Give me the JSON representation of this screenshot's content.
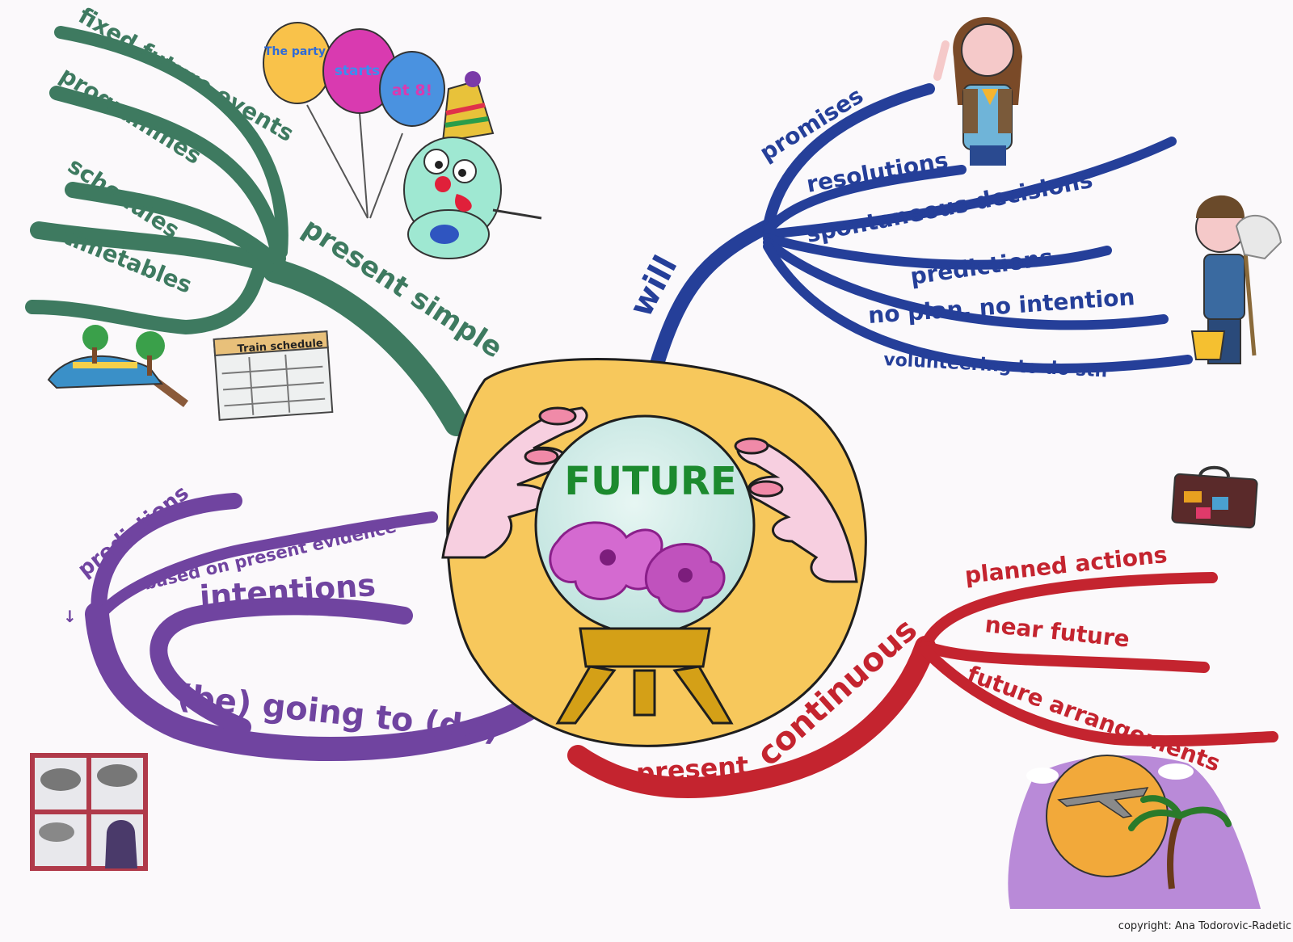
{
  "center": {
    "title": "FUTURE"
  },
  "branches": {
    "present_simple": {
      "label": "present simple",
      "color": "#3e7a60",
      "items": [
        "fixed future events",
        "programmes",
        "schedules",
        "timetables"
      ]
    },
    "will": {
      "label": "will",
      "color": "#253f99",
      "items": [
        "promises",
        "resolutions",
        "spontaneous decisions",
        "predictions",
        "no plan, no intention",
        "volunteering to do sth"
      ]
    },
    "going_to": {
      "label": "(be) going to (do)",
      "color": "#7044a0",
      "items": [
        "predictions",
        "based on present evidence",
        "intentions"
      ],
      "arrow": "↓"
    },
    "present_continuous": {
      "label_a": "present",
      "label_b": "continuous",
      "color": "#c4242f",
      "items": [
        "planned actions",
        "near future",
        "future arrangements"
      ]
    }
  },
  "illustrations": {
    "balloons": {
      "line1": "The party",
      "line2": "starts",
      "line3": "at 8!"
    },
    "train_schedule": {
      "title": "Train schedule"
    }
  },
  "copyright": "copyright: Ana Todorovic-Radetic"
}
